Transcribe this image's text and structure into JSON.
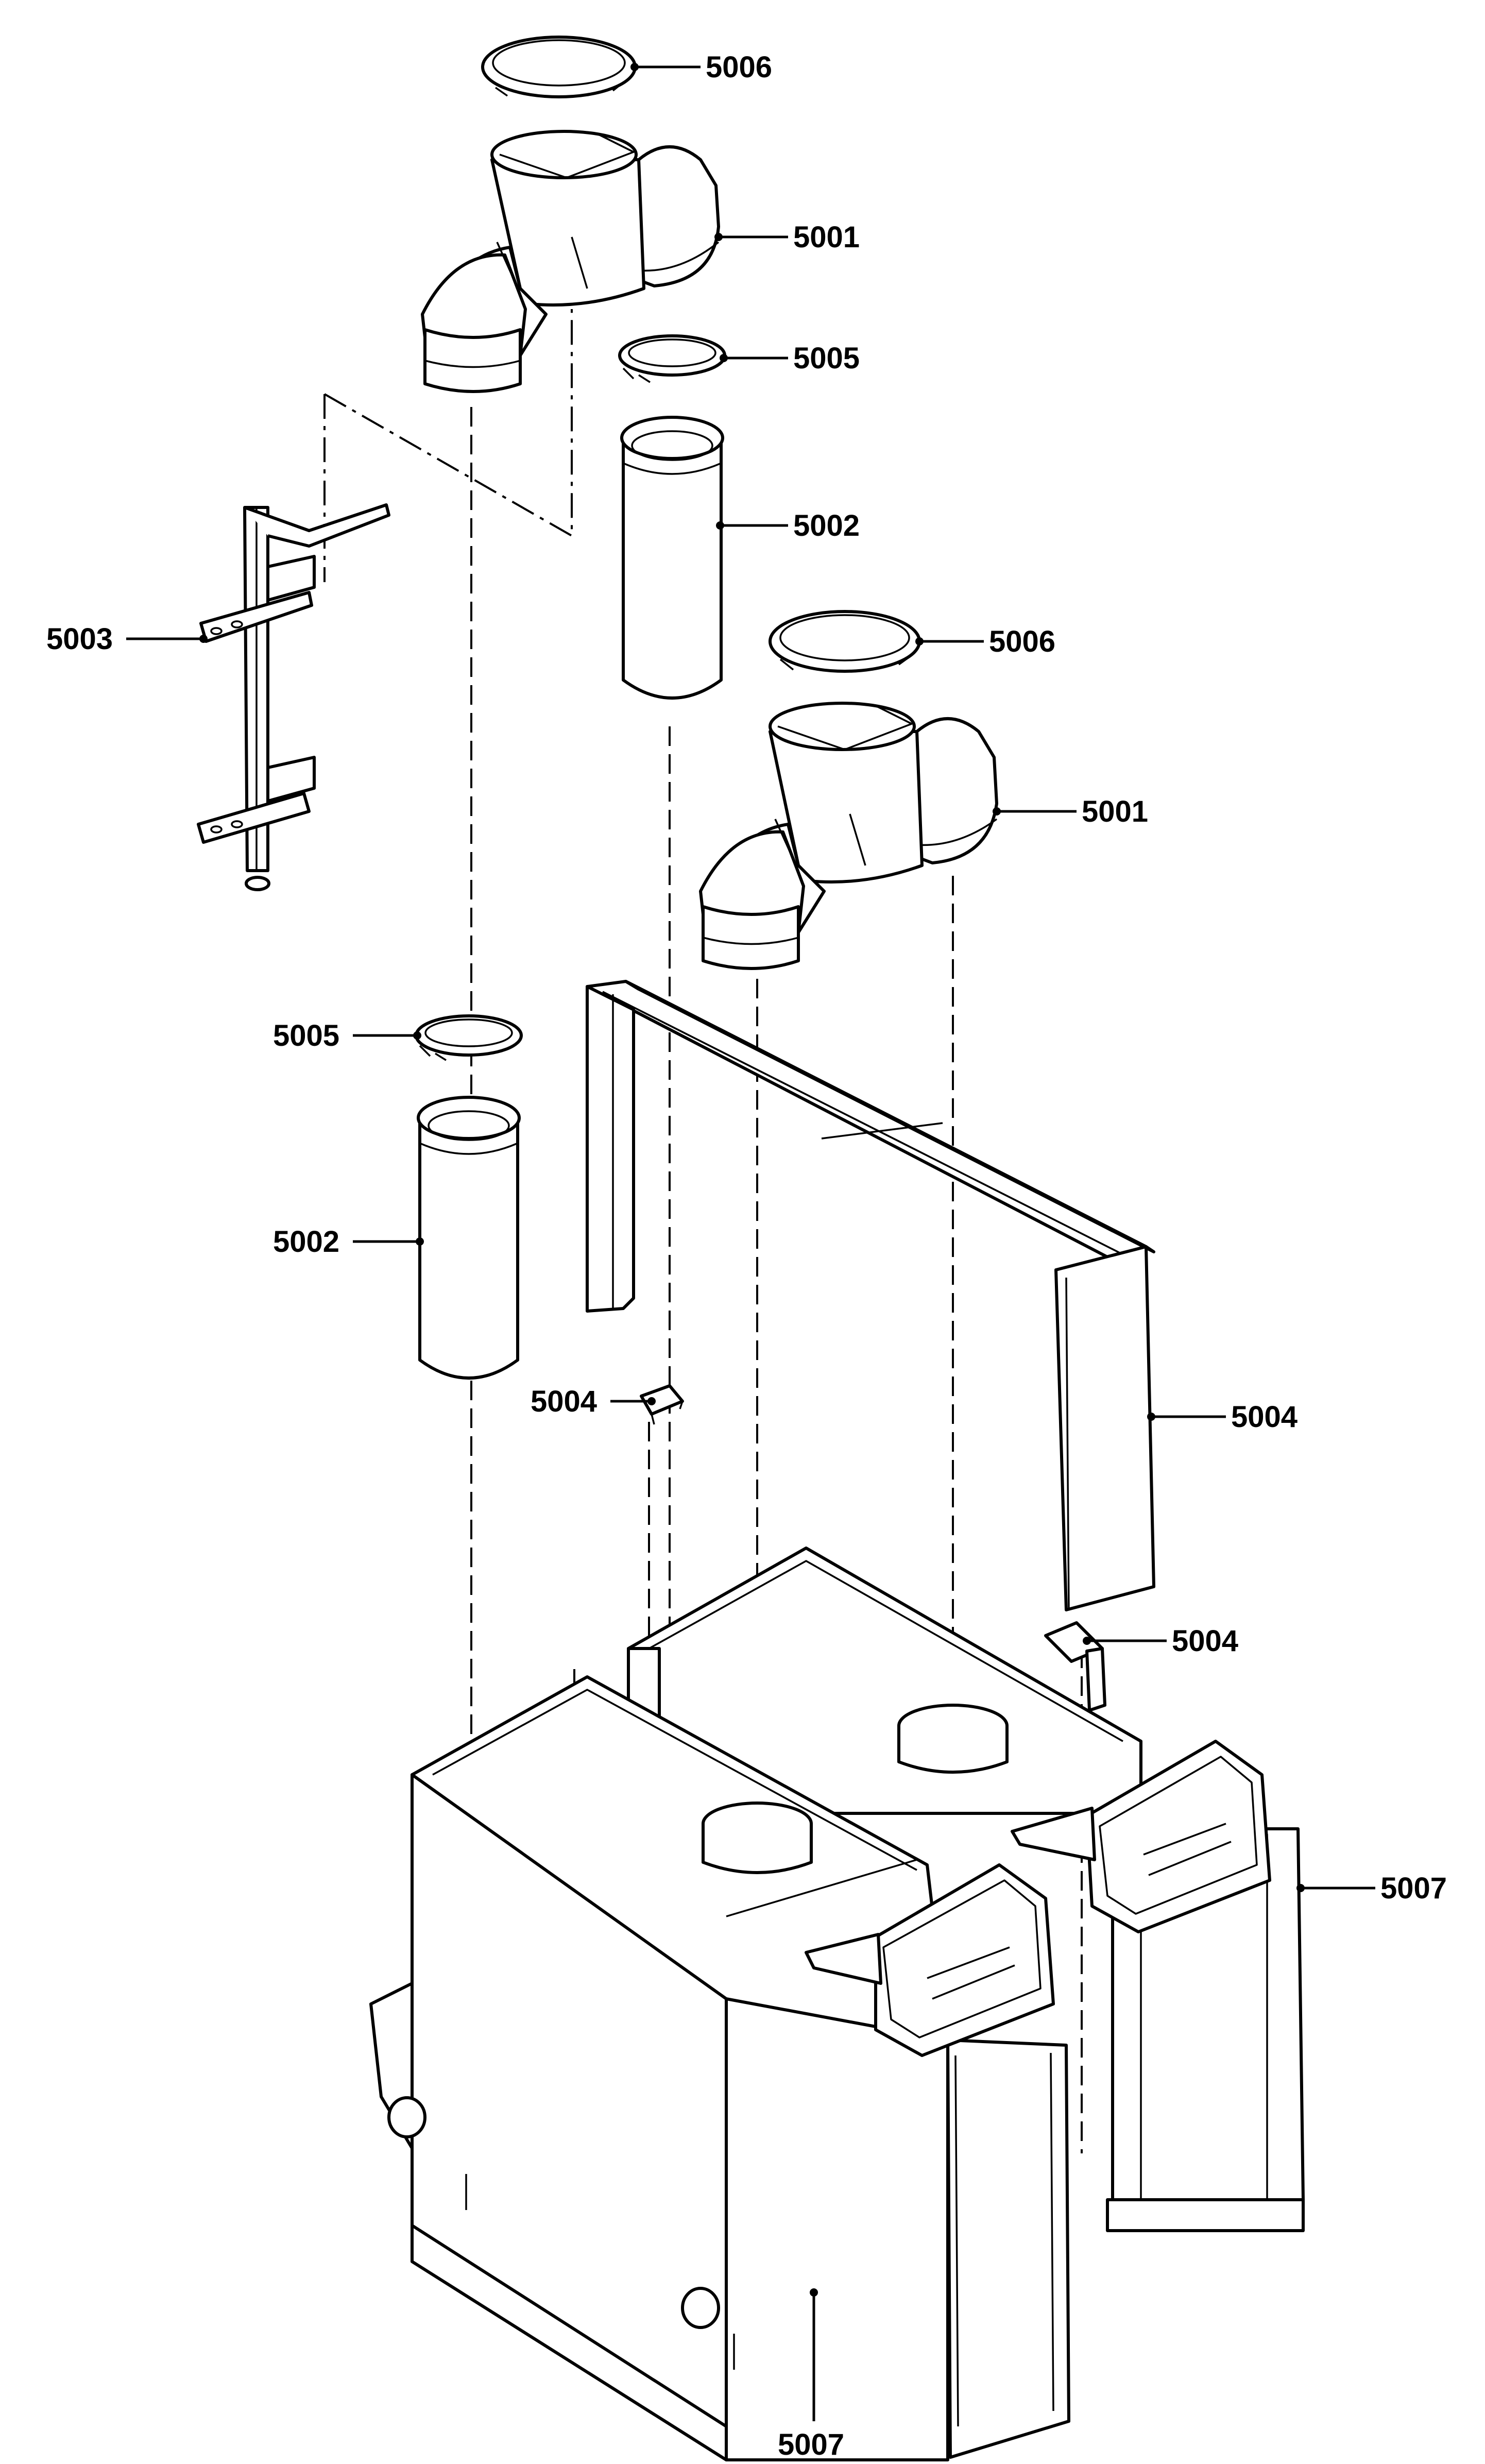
{
  "callouts": [
    {
      "id": "c1",
      "label": "5006"
    },
    {
      "id": "c2",
      "label": "5001"
    },
    {
      "id": "c3",
      "label": "5005"
    },
    {
      "id": "c4",
      "label": "5002"
    },
    {
      "id": "c5",
      "label": "5003"
    },
    {
      "id": "c6",
      "label": "5006"
    },
    {
      "id": "c7",
      "label": "5001"
    },
    {
      "id": "c8",
      "label": "5005"
    },
    {
      "id": "c9",
      "label": "5002"
    },
    {
      "id": "c10",
      "label": "5004"
    },
    {
      "id": "c11",
      "label": "5004"
    },
    {
      "id": "c12",
      "label": "5004"
    },
    {
      "id": "c13",
      "label": "5007"
    },
    {
      "id": "c14",
      "label": "5007"
    }
  ]
}
